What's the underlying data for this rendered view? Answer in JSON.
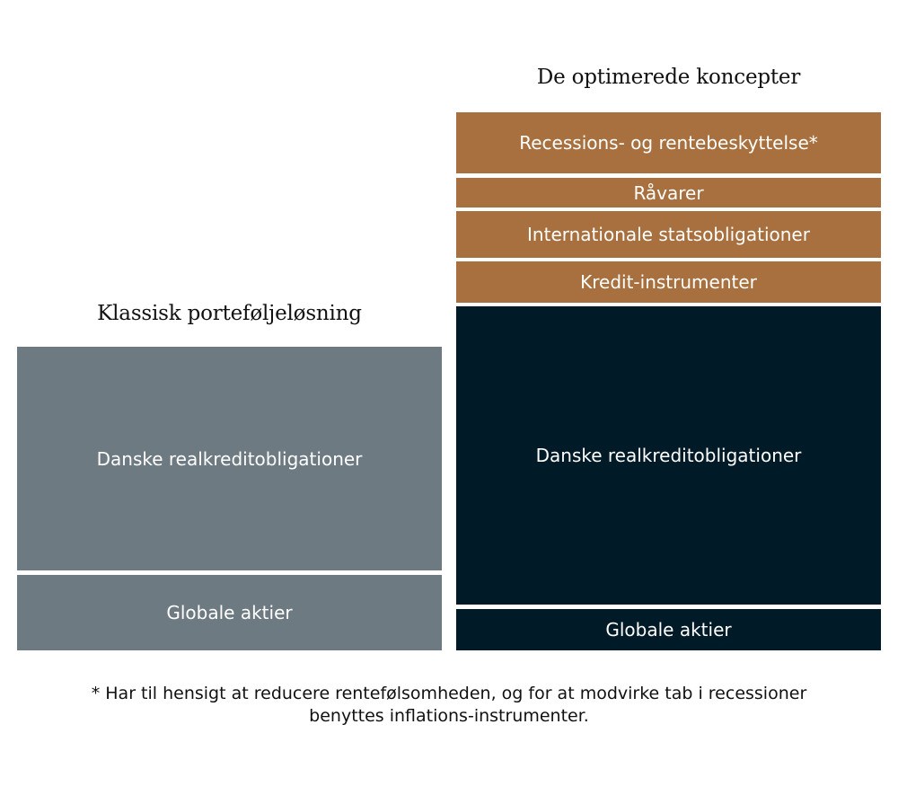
{
  "diagram": {
    "left_column": {
      "title": "Klassisk porteføljeløsning",
      "blocks": [
        {
          "label": "Danske realkreditobligationer",
          "color": "#6d7a82"
        },
        {
          "label": "Globale aktier",
          "color": "#6d7a82"
        }
      ]
    },
    "right_column": {
      "title": "De optimerede koncepter",
      "blocks": [
        {
          "label": "Recessions- og rentebeskyttelse*",
          "color": "#a8703e"
        },
        {
          "label": "Råvarer",
          "color": "#a8703e"
        },
        {
          "label": "Internationale statsobligationer",
          "color": "#a8703e"
        },
        {
          "label": "Kredit-instrumenter",
          "color": "#a8703e"
        },
        {
          "label": "Danske realkreditobligationer",
          "color": "#011a27"
        },
        {
          "label": "Globale aktier",
          "color": "#011a27"
        }
      ]
    },
    "footnote": {
      "line1": "* Har til hensigt at reducere rentefølsomheden, og for at modvirke tab i recessioner",
      "line2": "benyttes inflations-instrumenter."
    }
  }
}
